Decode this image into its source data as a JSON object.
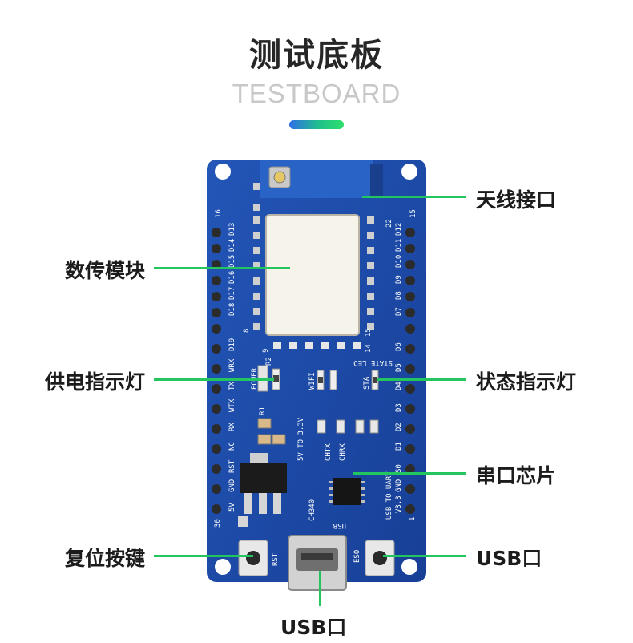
{
  "header": {
    "title": "测试底板",
    "subtitle": "TESTBOARD",
    "accent_colors": [
      "#2f6fe8",
      "#2ee06b"
    ]
  },
  "callouts": {
    "antenna": "天线接口",
    "module": "数传模块",
    "power_led": "供电指示灯",
    "status_led": "状态指示灯",
    "serial_chip": "串口芯片",
    "reset_button": "复位按键",
    "usb_right": "USB口",
    "usb_bottom": "USB口"
  },
  "board": {
    "pcb_color": "#1e4fae",
    "left_pin_labels": [
      "16",
      "D13",
      "D14",
      "D15",
      "D16",
      "D17",
      "D18",
      "D19",
      "WRX",
      "TX",
      "WTX",
      "RX",
      "NC",
      "RST",
      "GND",
      "5V",
      "30"
    ],
    "right_pin_labels": [
      "15",
      "D12",
      "D11",
      "D10",
      "D9",
      "D8",
      "D7",
      "D6",
      "D5",
      "D4",
      "D3",
      "D2",
      "D1",
      "S0",
      "GND",
      "V3.3",
      "1"
    ],
    "silk": {
      "power": "POWER",
      "r2": "R2",
      "r1": "R1",
      "wifi": "WIFI",
      "sta": "STA",
      "state_led": "STATE LED",
      "v5_to_33": "5V TO 3.3V",
      "chtx": "CHTX",
      "chrx": "CHRX",
      "ch340": "CH340",
      "usb_to_uart": "USB TO UART",
      "usb": "USB",
      "rst": "RST",
      "eso": "ESO",
      "nine": "9",
      "fourteen": "14",
      "eight": "8",
      "fifteen": "15",
      "twentytwo": "22"
    }
  }
}
